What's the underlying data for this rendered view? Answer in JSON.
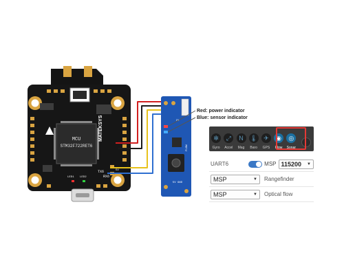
{
  "fc_board": {
    "brand": "MATEKSYS",
    "mcu_line1": "MCU",
    "mcu_line2": "STM32F722RET6",
    "pad_labels": [
      "TX6",
      "RX6"
    ],
    "silk_small": [
      "LED1",
      "LED2",
      "5V"
    ]
  },
  "sensor_module": {
    "label_top": "IN",
    "label_side": "FLOW",
    "label_bottom": "5V GND"
  },
  "annotations": {
    "red_label": "Red: power indicator",
    "blue_label": "Blue: sensor indicator"
  },
  "wire_colors": {
    "red": "#d11f1f",
    "black": "#1a1a1a",
    "yellow": "#e8c21a",
    "blue": "#2e6fd0"
  },
  "config_panel": {
    "sensors": [
      {
        "label": "Gyro",
        "icon": "gyro-icon",
        "glyph": "✻"
      },
      {
        "label": "Accel",
        "icon": "accel-icon",
        "glyph": "⤢"
      },
      {
        "label": "Mag",
        "icon": "mag-icon",
        "glyph": "N"
      },
      {
        "label": "Baro",
        "icon": "baro-icon",
        "glyph": "🌡"
      },
      {
        "label": "GPS",
        "icon": "gps-icon",
        "glyph": "✈"
      },
      {
        "label": "Flow",
        "icon": "flow-icon",
        "glyph": "◉"
      },
      {
        "label": "Sonar",
        "icon": "sonar-icon",
        "glyph": "◎"
      }
    ],
    "port_name": "UART6",
    "port_protocol": "MSP",
    "port_baud": "115200",
    "rangefinder_value": "MSP",
    "rangefinder_label": "Rangefinder",
    "opticalflow_value": "MSP",
    "opticalflow_label": "Optical flow",
    "accent_color": "#1a6fa0",
    "highlight_color": "#e53935"
  }
}
